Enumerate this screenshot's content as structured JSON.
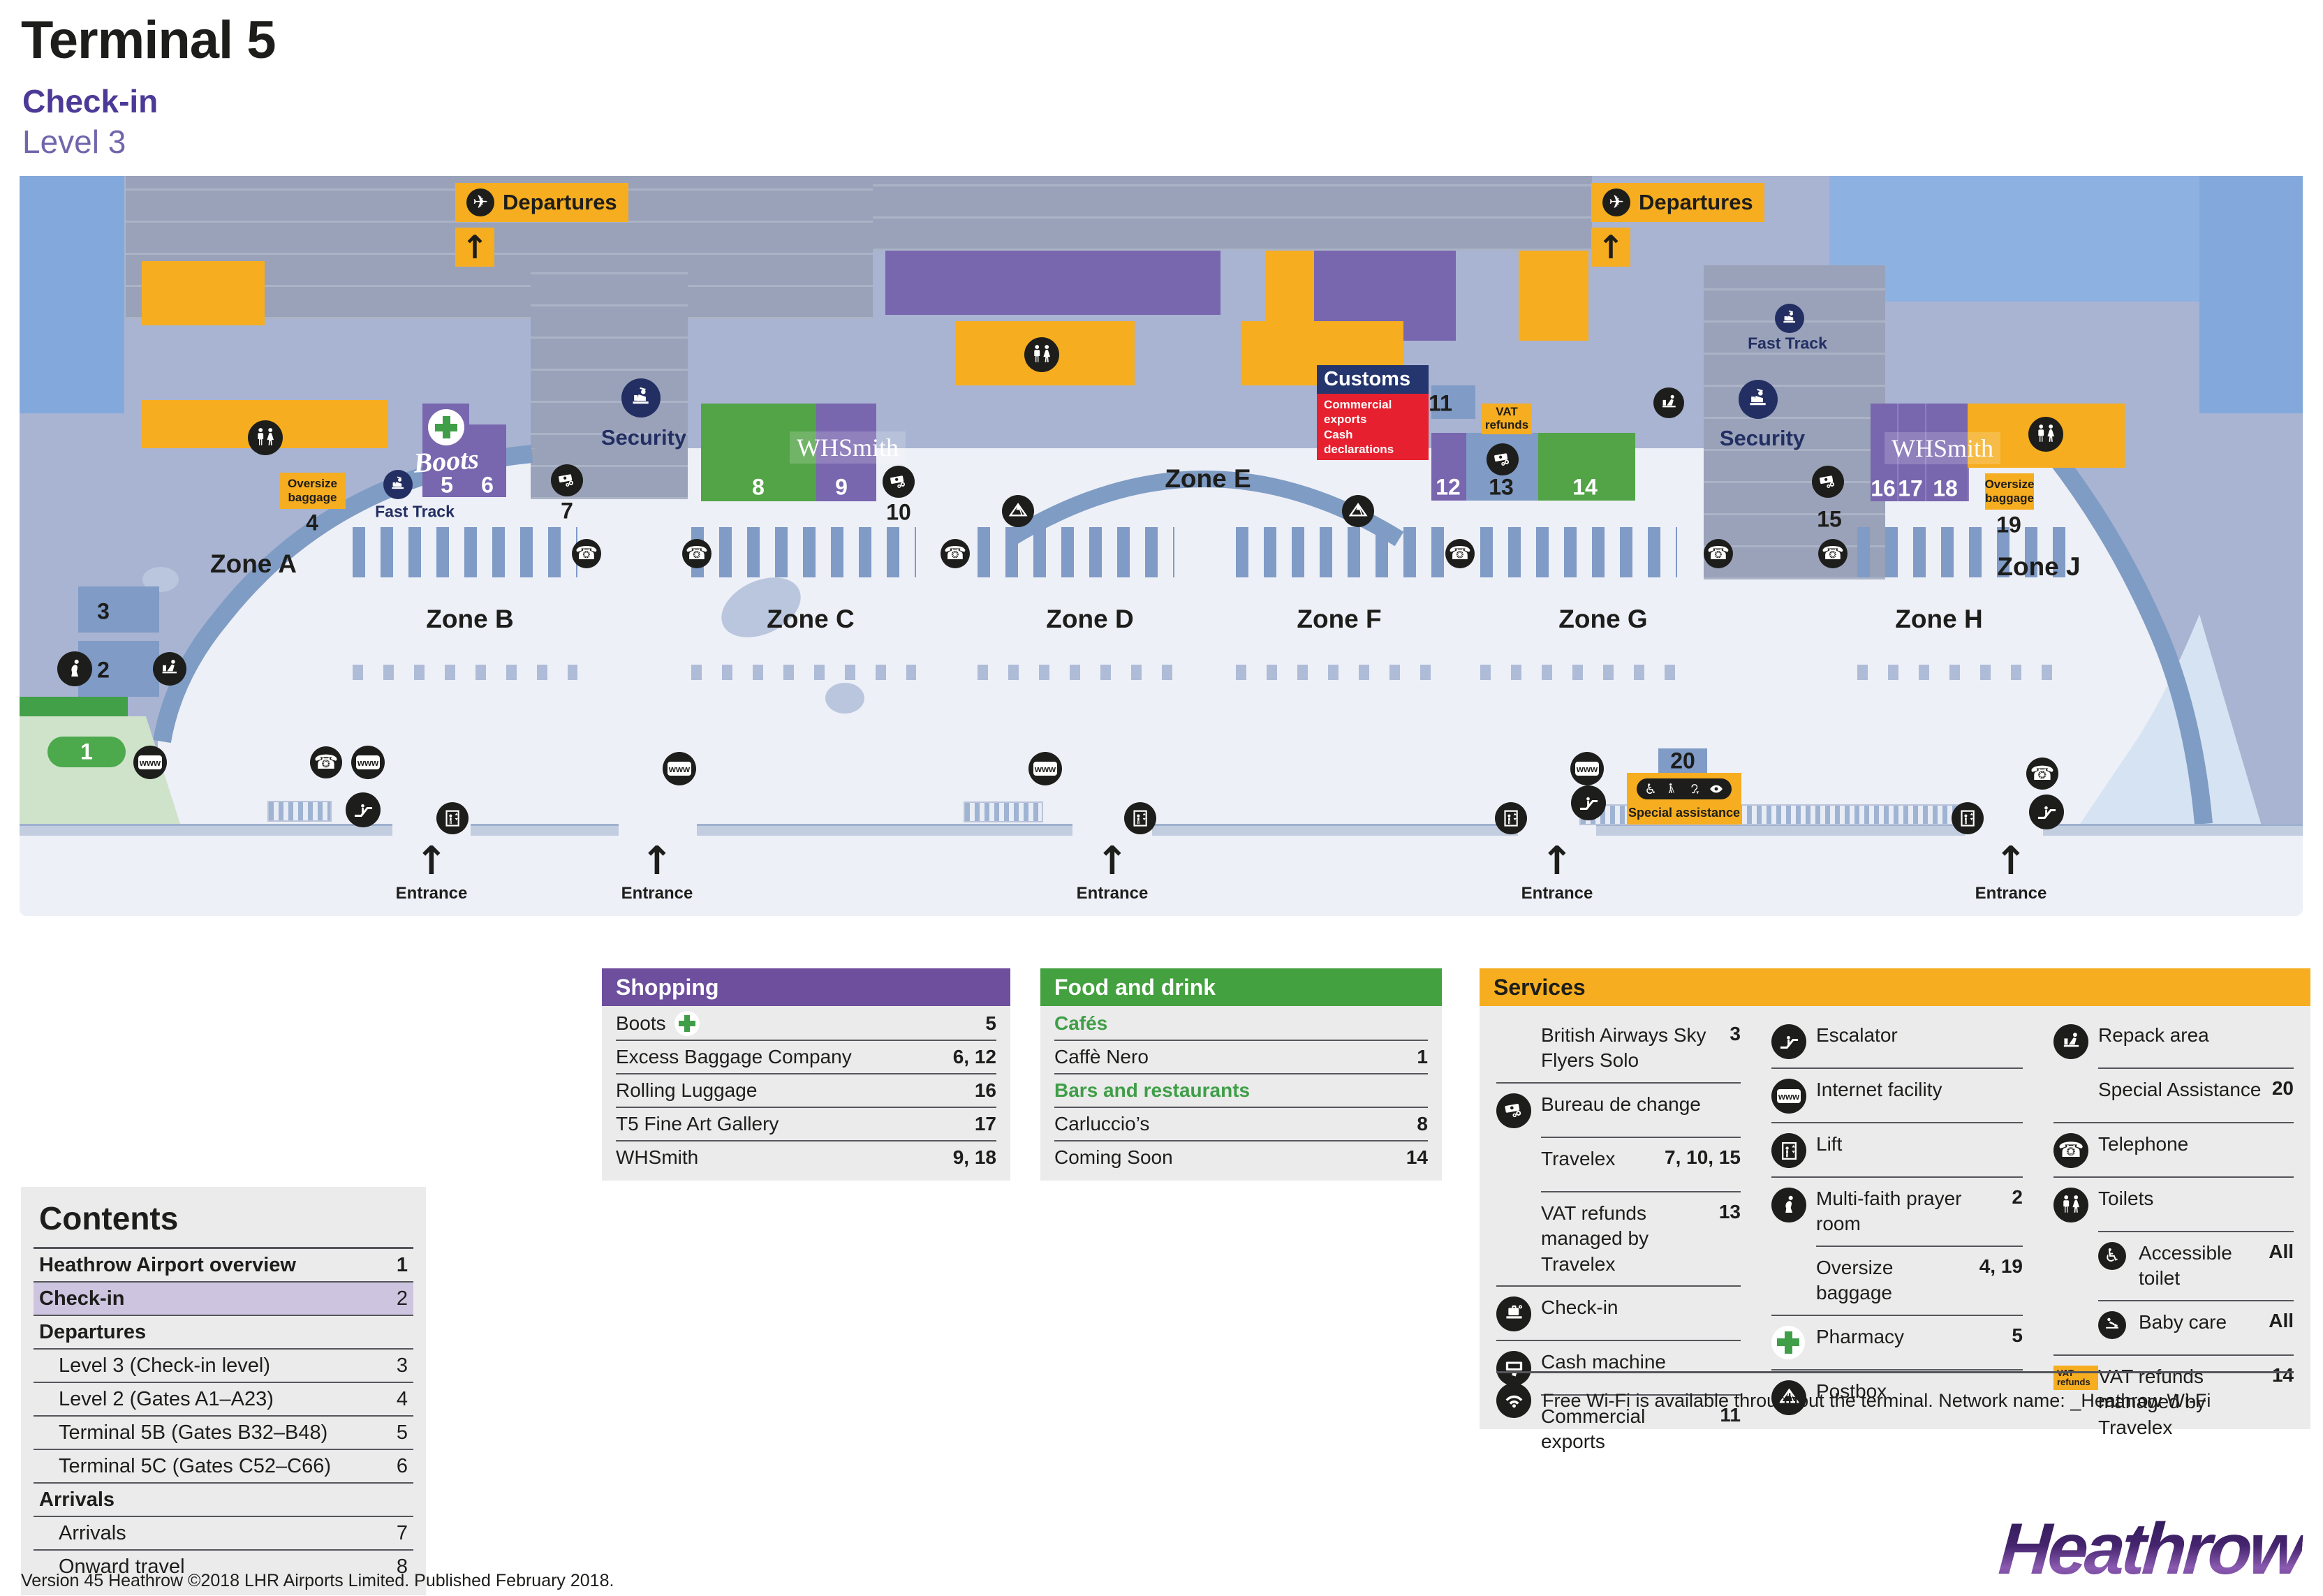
{
  "header": {
    "title": "Terminal 5",
    "subtitle": "Check-in",
    "level": "Level 3"
  },
  "icons": {
    "www_label": "www"
  },
  "map": {
    "departures_label": "Departures",
    "security_label": "Security",
    "fast_track_label": "Fast Track",
    "entrance_label": "Entrance",
    "whsmith_label": "WHSmith",
    "boots_label": "Boots",
    "zone_a": "Zone A",
    "zone_b": "Zone B",
    "zone_c": "Zone C",
    "zone_d": "Zone D",
    "zone_e": "Zone E",
    "zone_f": "Zone F",
    "zone_g": "Zone G",
    "zone_h": "Zone H",
    "zone_j": "Zone J",
    "customs_title": "Customs",
    "customs_line1": "Commercial exports",
    "customs_line2": "Cash declarations",
    "vat_refunds_label": "VAT refunds",
    "oversize_label": "Oversize baggage",
    "special_assistance_label": "Special assistance",
    "numbers": {
      "n1": "1",
      "n2": "2",
      "n3": "3",
      "n4": "4",
      "n5": "5",
      "n6": "6",
      "n7": "7",
      "n8": "8",
      "n9": "9",
      "n10": "10",
      "n11": "11",
      "n12": "12",
      "n13": "13",
      "n14": "14",
      "n15": "15",
      "n16": "16",
      "n17": "17",
      "n18": "18",
      "n19": "19",
      "n20": "20"
    }
  },
  "panels": {
    "shopping": {
      "title": "Shopping",
      "rows": [
        {
          "name": "Boots",
          "num": "5"
        },
        {
          "name": "Excess Baggage Company",
          "num": "6, 12"
        },
        {
          "name": "Rolling Luggage",
          "num": "16"
        },
        {
          "name": "T5 Fine Art Gallery",
          "num": "17"
        },
        {
          "name": "WHSmith",
          "num": "9, 18"
        }
      ]
    },
    "food": {
      "title": "Food and drink",
      "cafes_heading": "Cafés",
      "bars_heading": "Bars and restaurants",
      "rows": [
        {
          "name": "Caffè Nero",
          "num": "1"
        },
        {
          "name": "Carluccio’s",
          "num": "8"
        },
        {
          "name": "Coming Soon",
          "num": "14"
        }
      ]
    },
    "services": {
      "title": "Services",
      "col1": [
        {
          "name": "British Airways Sky Flyers Solo",
          "num": "3"
        },
        {
          "name": "Bureau de change",
          "num": ""
        },
        {
          "name": "Travelex",
          "num": "7, 10, 15"
        },
        {
          "name": "VAT refunds managed by Travelex",
          "num": "13"
        },
        {
          "name": "Check-in",
          "num": ""
        },
        {
          "name": "Cash machine",
          "num": ""
        },
        {
          "name": "Commercial exports",
          "num": "11"
        }
      ],
      "col2": [
        {
          "name": "Escalator",
          "num": ""
        },
        {
          "name": "Internet facility",
          "num": ""
        },
        {
          "name": "Lift",
          "num": ""
        },
        {
          "name": "Multi-faith prayer room",
          "num": "2"
        },
        {
          "name": "Oversize baggage",
          "num": "4, 19"
        },
        {
          "name": "Pharmacy",
          "num": "5"
        },
        {
          "name": "Postbox",
          "num": ""
        }
      ],
      "col3": [
        {
          "name": "Repack area",
          "num": ""
        },
        {
          "name": "Special Assistance",
          "num": "20"
        },
        {
          "name": "Telephone",
          "num": ""
        },
        {
          "name": "Toilets",
          "num": ""
        },
        {
          "name": "Accessible toilet",
          "num": "All"
        },
        {
          "name": "Baby care",
          "num": "All"
        },
        {
          "name": "VAT refunds managed by Travelex",
          "num": "14"
        }
      ],
      "vat_badge": "VAT refunds",
      "wifi_note": "Free Wi-Fi is available throughout the terminal. Network name: _Heathrow Wi-Fi"
    }
  },
  "contents": {
    "title": "Contents",
    "rows": [
      {
        "name": "Heathrow Airport overview",
        "num": "1"
      },
      {
        "name": "Check-in",
        "num": "2"
      },
      {
        "name": "Departures",
        "num": ""
      },
      {
        "name": "Level 3 (Check-in level)",
        "num": "3"
      },
      {
        "name": "Level 2 (Gates A1–A23)",
        "num": "4"
      },
      {
        "name": "Terminal 5B (Gates B32–B48)",
        "num": "5"
      },
      {
        "name": "Terminal 5C (Gates C52–C66)",
        "num": "6"
      },
      {
        "name": "Arrivals",
        "num": ""
      },
      {
        "name": "Arrivals",
        "num": "7"
      },
      {
        "name": "Onward travel",
        "num": "8"
      }
    ]
  },
  "footer": {
    "version": "Version 45 Heathrow ©2018 LHR Airports Limited. Published February 2018.",
    "logo": "Heathrow"
  }
}
